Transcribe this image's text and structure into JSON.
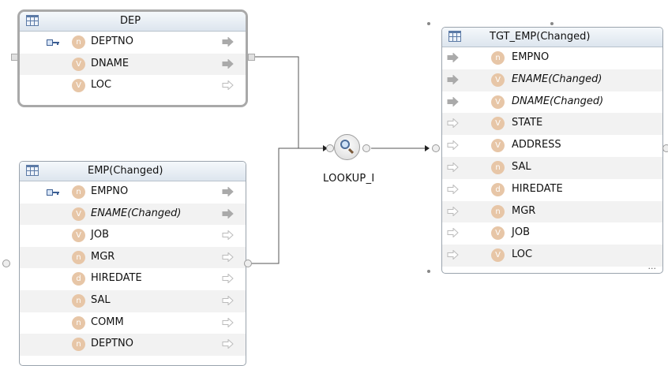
{
  "arrow_colors": {
    "solid": "#aaaaaa",
    "outline": "#bbbbbb"
  },
  "dep": {
    "title": "DEP",
    "fields": [
      {
        "name": "DEPTNO",
        "type": "n",
        "key": true,
        "arrow": "solid"
      },
      {
        "name": "DNAME",
        "type": "v",
        "arrow": "solid"
      },
      {
        "name": "LOC",
        "type": "v",
        "arrow": "outline"
      }
    ]
  },
  "emp": {
    "title": "EMP(Changed)",
    "fields": [
      {
        "name": "EMPNO",
        "type": "n",
        "key": true,
        "arrow": "solid"
      },
      {
        "name": "ENAME(Changed)",
        "type": "v",
        "italic": true,
        "arrow": "solid"
      },
      {
        "name": "JOB",
        "type": "v",
        "arrow": "outline"
      },
      {
        "name": "MGR",
        "type": "n",
        "arrow": "outline"
      },
      {
        "name": "HIREDATE",
        "type": "d",
        "arrow": "outline"
      },
      {
        "name": "SAL",
        "type": "n",
        "arrow": "outline"
      },
      {
        "name": "COMM",
        "type": "n",
        "arrow": "outline"
      },
      {
        "name": "DEPTNO",
        "type": "n",
        "arrow": "outline"
      }
    ]
  },
  "tgt": {
    "title": "TGT_EMP(Changed)",
    "more": "...",
    "fields": [
      {
        "name": "EMPNO",
        "type": "n",
        "arrow": "solid"
      },
      {
        "name": "ENAME(Changed)",
        "type": "v",
        "italic": true,
        "arrow": "solid"
      },
      {
        "name": "DNAME(Changed)",
        "type": "v",
        "italic": true,
        "arrow": "solid"
      },
      {
        "name": "STATE",
        "type": "v",
        "arrow": "outline"
      },
      {
        "name": "ADDRESS",
        "type": "v",
        "arrow": "outline"
      },
      {
        "name": "SAL",
        "type": "n",
        "arrow": "outline"
      },
      {
        "name": "HIREDATE",
        "type": "d",
        "arrow": "outline"
      },
      {
        "name": "MGR",
        "type": "n",
        "arrow": "outline"
      },
      {
        "name": "JOB",
        "type": "v",
        "arrow": "outline"
      },
      {
        "name": "LOC",
        "type": "v",
        "arrow": "outline"
      }
    ]
  },
  "lookup": {
    "label": "LOOKUP_I",
    "icon": "magnifier-icon"
  },
  "type_letters": {
    "n": "n",
    "v": "V",
    "d": "d"
  }
}
